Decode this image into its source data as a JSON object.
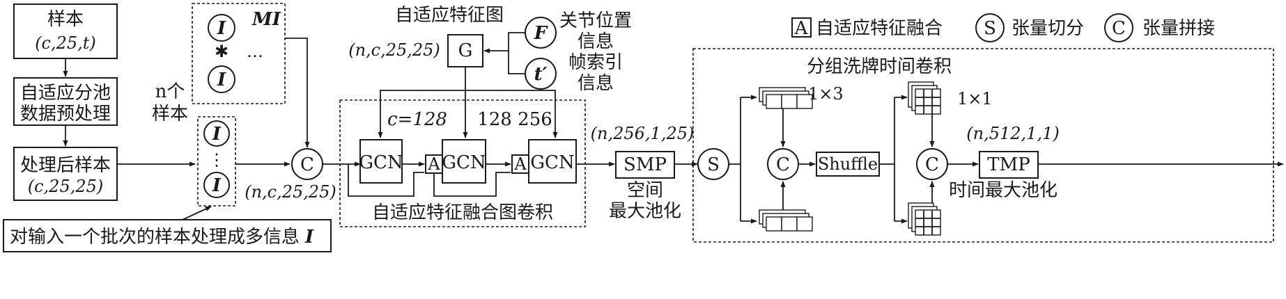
{
  "legend": {
    "a_symbol": "A",
    "a_label": "自适应特征融合",
    "s_symbol": "S",
    "s_label": "张量切分",
    "c_symbol": "C",
    "c_label": "张量拼接"
  },
  "left": {
    "sample_line1": "样本",
    "sample_line2": "(c,25,t)",
    "pool_line1": "自适应分池",
    "pool_line2": "数据预处理",
    "processed_line1": "处理后样本",
    "processed_line2": "(c,25,25)",
    "n_samples_line1": "n个",
    "n_samples_line2": "样本",
    "caption_text": "对输入一个批次的样本处理成多信息",
    "caption_symbol": "I"
  },
  "mi": {
    "label": "MI",
    "i_symbol": "I",
    "star": "✱",
    "ellipsis": "…"
  },
  "stack": {
    "i_symbol": "I",
    "vdots": "⋮"
  },
  "concat1": {
    "symbol": "C",
    "shape_label": "(n,c,25,25)"
  },
  "graph": {
    "title": "自适应特征图",
    "shape_label": "(n,c,25,25)",
    "g_label": "G",
    "f_symbol": "F",
    "t_symbol": "t′",
    "joint_info_line1": "关节位置",
    "joint_info_line2": "信息",
    "frame_info_line1": "帧索引",
    "frame_info_line2": "信息"
  },
  "gcn_block": {
    "gcn_label": "GCN",
    "a_label": "A",
    "c1": "c=128",
    "c2": "128",
    "c3": "256",
    "caption": "自适应特征融合图卷积"
  },
  "smp": {
    "shape_label": "(n,256,1,25)",
    "label": "SMP",
    "caption_line1": "空间",
    "caption_line2": "最大池化"
  },
  "shuffle_block": {
    "title": "分组洗牌时间卷积",
    "s_symbol": "S",
    "c_symbol": "C",
    "kernel1": "1×3",
    "kernel2": "1×1",
    "shuffle_label": "Shuffle",
    "shape_label": "(n,512,1,1)",
    "tmp_label": "TMP",
    "tmp_caption": "时间最大池化"
  }
}
